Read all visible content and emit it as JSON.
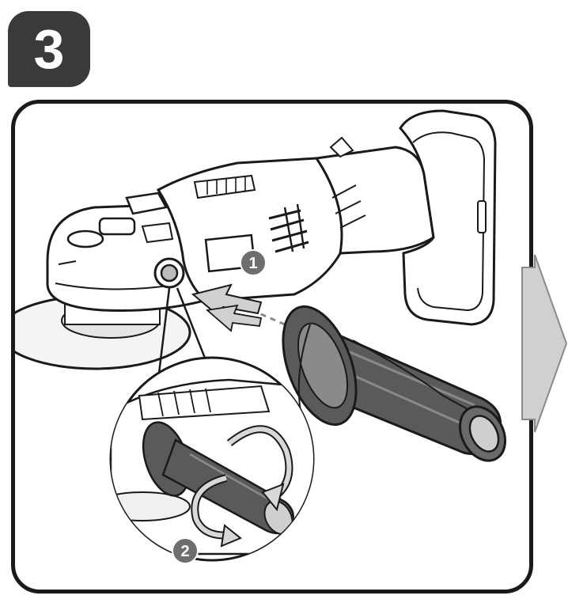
{
  "step": {
    "number": "3"
  },
  "callouts": [
    {
      "label": "1"
    },
    {
      "label": "2"
    }
  ],
  "colors": {
    "badge": "#3a3a3a",
    "frame": "#1a1a1a",
    "handle": "#5a5a5a",
    "arrow": "#d0d0d0",
    "callout": "#6e6e6e"
  },
  "icons": {
    "next": "arrow-right-icon",
    "rotate": "rotate-icon"
  }
}
